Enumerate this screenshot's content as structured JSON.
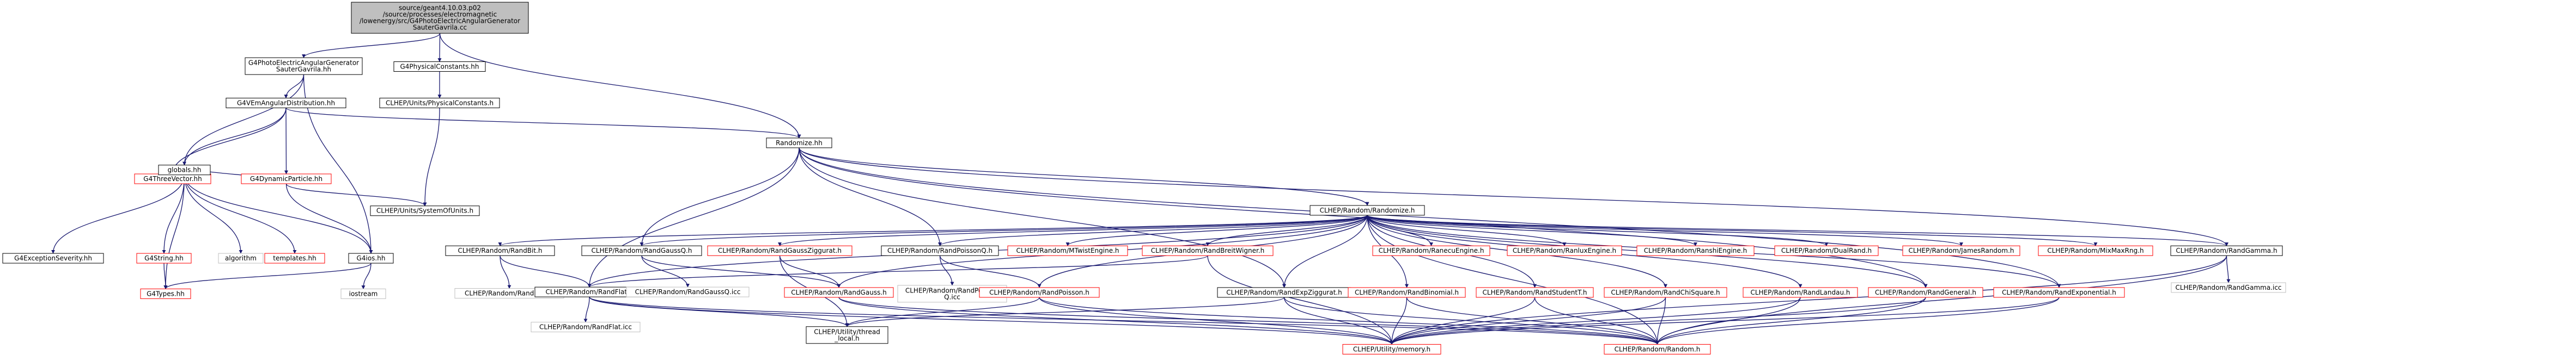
{
  "colors": {
    "root_fill": "#bfbfbf",
    "node_fill": "#ffffff",
    "node_border": "#000000",
    "missing_border": "#ff0000",
    "missing_node_border": "#bfbfbf",
    "edge": "#191970"
  },
  "nodes": [
    {
      "id": "root",
      "lines": [
        "source/geant4.10.03.p02",
        "/source/processes/electromagnetic",
        "/lowenergy/src/G4PhotoElectricAngularGenerator",
        "SauterGavrila.cc"
      ],
      "style": "root"
    },
    {
      "id": "sauterhh",
      "lines": [
        "G4PhotoElectricAngularGenerator",
        "SauterGavrila.hh"
      ],
      "style": "normal"
    },
    {
      "id": "physconst",
      "lines": [
        "G4PhysicalConstants.hh"
      ],
      "style": "normal"
    },
    {
      "id": "angdist",
      "lines": [
        "G4VEmAngularDistribution.hh"
      ],
      "style": "normal"
    },
    {
      "id": "clhepphys",
      "lines": [
        "CLHEP/Units/PhysicalConstants.h"
      ],
      "style": "normal"
    },
    {
      "id": "threevec",
      "lines": [
        "G4ThreeVector.hh"
      ],
      "style": "missing"
    },
    {
      "id": "dynpart",
      "lines": [
        "G4DynamicParticle.hh"
      ],
      "style": "missing"
    },
    {
      "id": "randomize",
      "lines": [
        "Randomize.hh"
      ],
      "style": "normal"
    },
    {
      "id": "globals",
      "lines": [
        "globals.hh"
      ],
      "style": "normal"
    },
    {
      "id": "sysunits",
      "lines": [
        "CLHEP/Units/SystemOfUnits.h"
      ],
      "style": "normal"
    },
    {
      "id": "clheprandomize",
      "lines": [
        "CLHEP/Random/Randomize.h"
      ],
      "style": "normal"
    },
    {
      "id": "excsev",
      "lines": [
        "G4ExceptionSeverity.hh"
      ],
      "style": "normal"
    },
    {
      "id": "g4string",
      "lines": [
        "G4String.hh"
      ],
      "style": "missing"
    },
    {
      "id": "algorithm",
      "lines": [
        "algorithm"
      ],
      "style": "nofile"
    },
    {
      "id": "templates",
      "lines": [
        "templates.hh"
      ],
      "style": "missing"
    },
    {
      "id": "g4ios",
      "lines": [
        "G4ios.hh"
      ],
      "style": "normal"
    },
    {
      "id": "g4types",
      "lines": [
        "G4Types.hh"
      ],
      "style": "missing"
    },
    {
      "id": "iostream",
      "lines": [
        "iostream"
      ],
      "style": "nofile"
    },
    {
      "id": "randbit",
      "lines": [
        "CLHEP/Random/RandBit.h"
      ],
      "style": "normal"
    },
    {
      "id": "randbiticc",
      "lines": [
        "CLHEP/Random/RandBit.icc"
      ],
      "style": "nofile"
    },
    {
      "id": "randflat",
      "lines": [
        "CLHEP/Random/RandFlat.h"
      ],
      "style": "normal"
    },
    {
      "id": "randflaticc",
      "lines": [
        "CLHEP/Random/RandFlat.icc"
      ],
      "style": "nofile"
    },
    {
      "id": "randgaussq",
      "lines": [
        "CLHEP/Random/RandGaussQ.h"
      ],
      "style": "normal"
    },
    {
      "id": "randgaussqicc",
      "lines": [
        "CLHEP/Random/RandGaussQ.icc"
      ],
      "style": "nofile"
    },
    {
      "id": "randgausszig",
      "lines": [
        "CLHEP/Random/RandGaussZiggurat.h"
      ],
      "style": "missing"
    },
    {
      "id": "randgauss",
      "lines": [
        "CLHEP/Random/RandGauss.h"
      ],
      "style": "missing"
    },
    {
      "id": "randpoissonq",
      "lines": [
        "CLHEP/Random/RandPoissonQ.h"
      ],
      "style": "normal"
    },
    {
      "id": "randpoissonqicc",
      "lines": [
        "CLHEP/Random/RandPoisson",
        "Q.icc"
      ],
      "style": "nofile"
    },
    {
      "id": "randpoisson",
      "lines": [
        "CLHEP/Random/RandPoisson.h"
      ],
      "style": "missing"
    },
    {
      "id": "mtwist",
      "lines": [
        "CLHEP/Random/MTwistEngine.h"
      ],
      "style": "missing"
    },
    {
      "id": "randbreit",
      "lines": [
        "CLHEP/Random/RandBreitWigner.h"
      ],
      "style": "missing"
    },
    {
      "id": "randexpzig",
      "lines": [
        "CLHEP/Random/RandExpZiggurat.h"
      ],
      "style": "normal"
    },
    {
      "id": "randbinomial",
      "lines": [
        "CLHEP/Random/RandBinomial.h"
      ],
      "style": "missing"
    },
    {
      "id": "ranecu",
      "lines": [
        "CLHEP/Random/RanecuEngine.h"
      ],
      "style": "missing"
    },
    {
      "id": "randstudent",
      "lines": [
        "CLHEP/Random/RandStudentT.h"
      ],
      "style": "missing"
    },
    {
      "id": "ranlux",
      "lines": [
        "CLHEP/Random/RanluxEngine.h"
      ],
      "style": "missing"
    },
    {
      "id": "randchisq",
      "lines": [
        "CLHEP/Random/RandChiSquare.h"
      ],
      "style": "missing"
    },
    {
      "id": "ranshi",
      "lines": [
        "CLHEP/Random/RanshiEngine.h"
      ],
      "style": "missing"
    },
    {
      "id": "randlandau",
      "lines": [
        "CLHEP/Random/RandLandau.h"
      ],
      "style": "missing"
    },
    {
      "id": "dualrand",
      "lines": [
        "CLHEP/Random/DualRand.h"
      ],
      "style": "missing"
    },
    {
      "id": "randgeneral",
      "lines": [
        "CLHEP/Random/RandGeneral.h"
      ],
      "style": "missing"
    },
    {
      "id": "jamesrandom",
      "lines": [
        "CLHEP/Random/JamesRandom.h"
      ],
      "style": "missing"
    },
    {
      "id": "randexponential",
      "lines": [
        "CLHEP/Random/RandExponential.h"
      ],
      "style": "missing"
    },
    {
      "id": "mixmax",
      "lines": [
        "CLHEP/Random/MixMaxRng.h"
      ],
      "style": "missing"
    },
    {
      "id": "randgamma",
      "lines": [
        "CLHEP/Random/RandGamma.h"
      ],
      "style": "normal"
    },
    {
      "id": "randgammaicc",
      "lines": [
        "CLHEP/Random/RandGamma.icc"
      ],
      "style": "nofile"
    },
    {
      "id": "threadlocal",
      "lines": [
        "CLHEP/Utility/thread",
        "_local.h"
      ],
      "style": "normal"
    },
    {
      "id": "memory",
      "lines": [
        "CLHEP/Utility/memory.h"
      ],
      "style": "missing"
    },
    {
      "id": "random",
      "lines": [
        "CLHEP/Random/Random.h"
      ],
      "style": "missing"
    }
  ],
  "edges": [
    [
      "root",
      "sauterhh"
    ],
    [
      "root",
      "physconst"
    ],
    [
      "root",
      "randomize"
    ],
    [
      "sauterhh",
      "angdist"
    ],
    [
      "sauterhh",
      "globals"
    ],
    [
      "sauterhh",
      "g4ios"
    ],
    [
      "physconst",
      "clhepphys"
    ],
    [
      "clhepphys",
      "sysunits"
    ],
    [
      "angdist",
      "threevec"
    ],
    [
      "angdist",
      "dynpart"
    ],
    [
      "angdist",
      "globals"
    ],
    [
      "angdist",
      "randomize"
    ],
    [
      "threevec",
      "globals"
    ],
    [
      "dynpart",
      "globals"
    ],
    [
      "dynpart",
      "g4ios"
    ],
    [
      "dynpart",
      "sysunits"
    ],
    [
      "randomize",
      "clheprandomize"
    ],
    [
      "randomize",
      "randflat"
    ],
    [
      "randomize",
      "randgaussq"
    ],
    [
      "randomize",
      "randpoissonq"
    ],
    [
      "randomize",
      "randexponential"
    ],
    [
      "randomize",
      "randgamma"
    ],
    [
      "randomize",
      "randgeneral"
    ],
    [
      "randomize",
      "randexpzig"
    ],
    [
      "globals",
      "excsev"
    ],
    [
      "globals",
      "g4string"
    ],
    [
      "globals",
      "algorithm"
    ],
    [
      "globals",
      "templates"
    ],
    [
      "globals",
      "g4ios"
    ],
    [
      "globals",
      "g4types"
    ],
    [
      "g4string",
      "g4types"
    ],
    [
      "g4ios",
      "g4types"
    ],
    [
      "g4ios",
      "iostream"
    ],
    [
      "clheprandomize",
      "randbit"
    ],
    [
      "clheprandomize",
      "randflat"
    ],
    [
      "clheprandomize",
      "randgaussq"
    ],
    [
      "clheprandomize",
      "randgausszig"
    ],
    [
      "clheprandomize",
      "randpoissonq"
    ],
    [
      "clheprandomize",
      "mtwist"
    ],
    [
      "clheprandomize",
      "randbreit"
    ],
    [
      "clheprandomize",
      "randexpzig"
    ],
    [
      "clheprandomize",
      "randbinomial"
    ],
    [
      "clheprandomize",
      "ranecu"
    ],
    [
      "clheprandomize",
      "randstudent"
    ],
    [
      "clheprandomize",
      "ranlux"
    ],
    [
      "clheprandomize",
      "randchisq"
    ],
    [
      "clheprandomize",
      "ranshi"
    ],
    [
      "clheprandomize",
      "randlandau"
    ],
    [
      "clheprandomize",
      "dualrand"
    ],
    [
      "clheprandomize",
      "randgeneral"
    ],
    [
      "clheprandomize",
      "jamesrandom"
    ],
    [
      "clheprandomize",
      "randexponential"
    ],
    [
      "clheprandomize",
      "mixmax"
    ],
    [
      "clheprandomize",
      "randgamma"
    ],
    [
      "clheprandomize",
      "randgauss"
    ],
    [
      "clheprandomize",
      "randpoisson"
    ],
    [
      "clheprandomize",
      "random"
    ],
    [
      "randbit",
      "randflat"
    ],
    [
      "randbit",
      "randbiticc"
    ],
    [
      "randflat",
      "randflaticc"
    ],
    [
      "randflat",
      "threadlocal"
    ],
    [
      "randflat",
      "memory"
    ],
    [
      "randflat",
      "random"
    ],
    [
      "randgaussq",
      "randgauss"
    ],
    [
      "randgaussq",
      "randgaussqicc"
    ],
    [
      "randgausszig",
      "randgauss"
    ],
    [
      "randgausszig",
      "threadlocal"
    ],
    [
      "randgauss",
      "memory"
    ],
    [
      "randgauss",
      "random"
    ],
    [
      "randpoissonq",
      "randpoisson"
    ],
    [
      "randpoissonq",
      "randpoissonqicc"
    ],
    [
      "randpoisson",
      "threadlocal"
    ],
    [
      "randpoisson",
      "memory"
    ],
    [
      "randpoisson",
      "random"
    ],
    [
      "randbreit",
      "randflat"
    ],
    [
      "randbreit",
      "memory"
    ],
    [
      "randexpzig",
      "threadlocal"
    ],
    [
      "randexpzig",
      "memory"
    ],
    [
      "randexpzig",
      "random"
    ],
    [
      "randbinomial",
      "memory"
    ],
    [
      "randbinomial",
      "random"
    ],
    [
      "randstudent",
      "memory"
    ],
    [
      "randstudent",
      "random"
    ],
    [
      "randchisq",
      "memory"
    ],
    [
      "randchisq",
      "random"
    ],
    [
      "randlandau",
      "memory"
    ],
    [
      "randlandau",
      "random"
    ],
    [
      "randgeneral",
      "memory"
    ],
    [
      "randgeneral",
      "random"
    ],
    [
      "randexponential",
      "memory"
    ],
    [
      "randexponential",
      "random"
    ],
    [
      "randgamma",
      "randgammaicc"
    ],
    [
      "randgamma",
      "memory"
    ],
    [
      "randgamma",
      "random"
    ]
  ]
}
